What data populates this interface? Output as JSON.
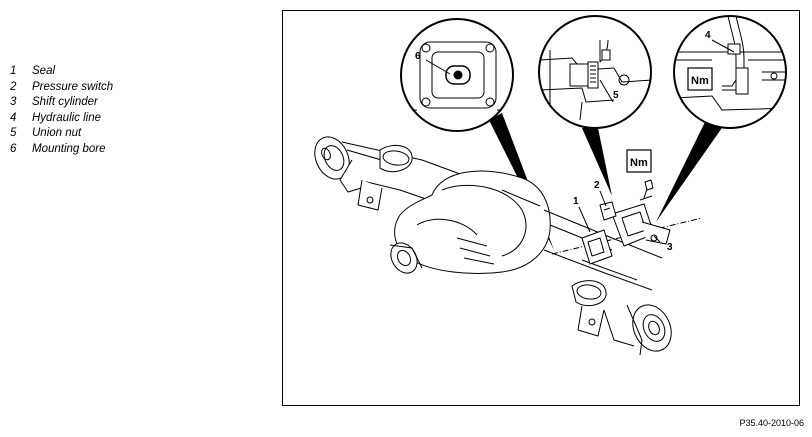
{
  "legend": {
    "items": [
      {
        "num": "1",
        "label": "Seal"
      },
      {
        "num": "2",
        "label": "Pressure switch"
      },
      {
        "num": "3",
        "label": "Shift cylinder"
      },
      {
        "num": "4",
        "label": "Hydraulic line"
      },
      {
        "num": "5",
        "label": "Union nut"
      },
      {
        "num": "6",
        "label": "Mounting bore"
      }
    ]
  },
  "drawing": {
    "callouts": {
      "c1": "1",
      "c2": "2",
      "c3": "3",
      "c4": "4",
      "c5": "5",
      "c6": "6"
    },
    "torque_symbol": "Nm"
  },
  "figure_ref": "P35.40-2010-06"
}
